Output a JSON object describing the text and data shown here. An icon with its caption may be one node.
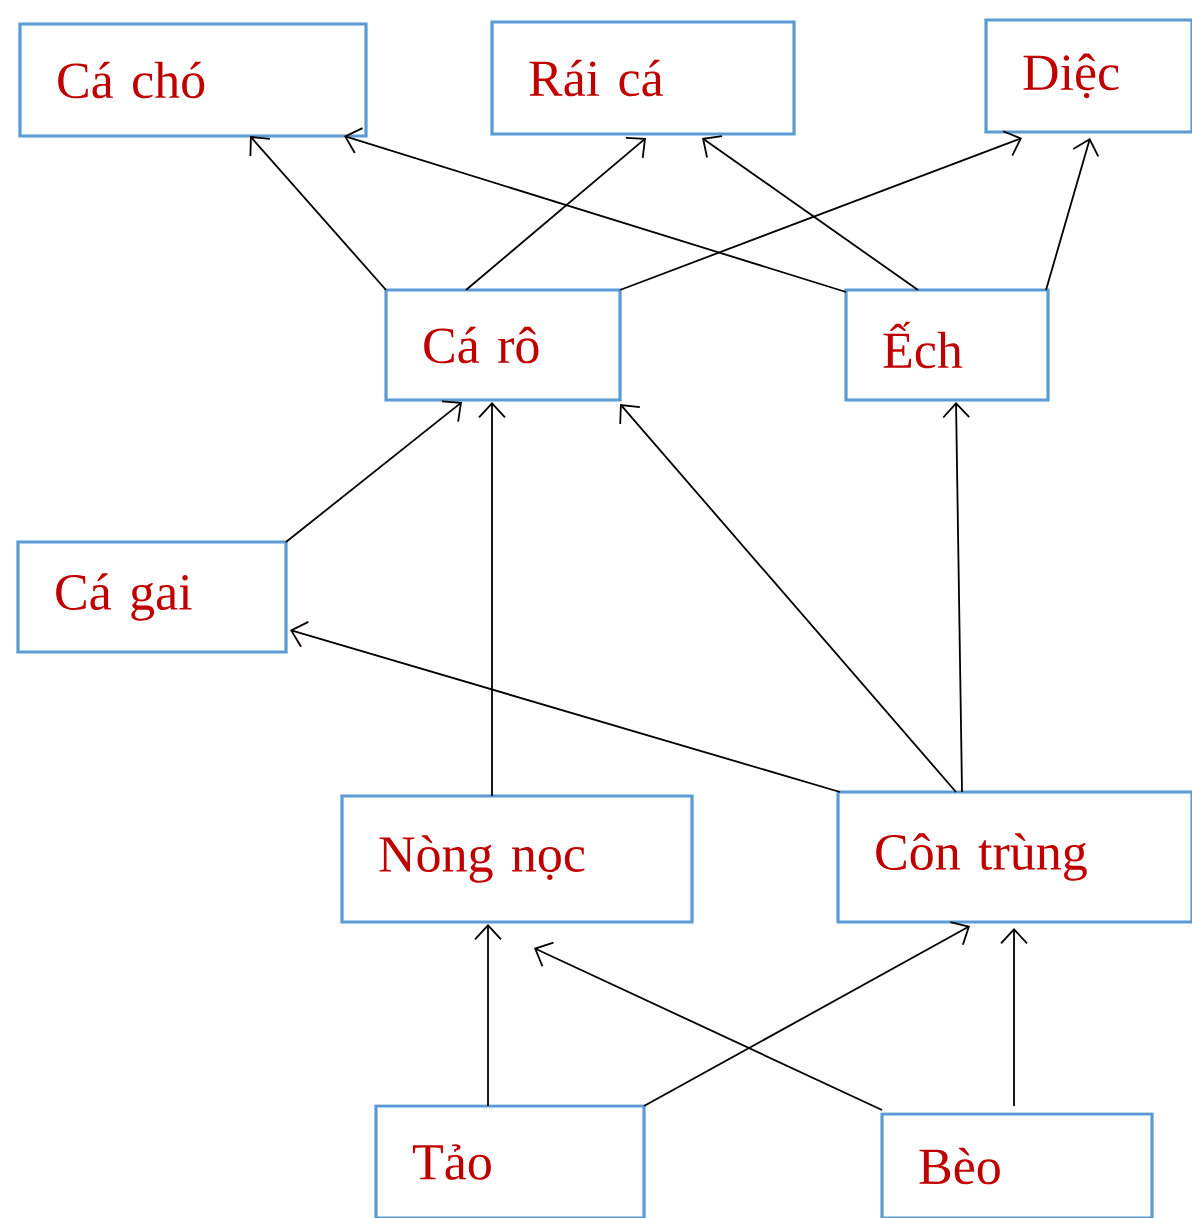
{
  "diagram": {
    "nodes": [
      {
        "text": [
          "Cá chó"
        ]
      },
      {
        "text": [
          "Rái cá"
        ]
      },
      {
        "text": [
          "Diệc"
        ]
      },
      {
        "text": [
          "Cá rô"
        ]
      },
      {
        "text": [
          "Ếch"
        ]
      },
      {
        "text": [
          "Cá gai"
        ]
      },
      {
        "text": [
          "Nòng nọc"
        ]
      },
      {
        "text": [
          "Côn trùng"
        ]
      },
      {
        "text": [
          "Tảo"
        ]
      },
      {
        "text": [
          "Bèo"
        ]
      }
    ],
    "edges": [
      {
        "from": 3,
        "to": 0,
        "arrow": "to"
      },
      {
        "from": 3,
        "to": 1,
        "arrow": "to"
      },
      {
        "from": 3,
        "to": 2,
        "arrow": "to"
      },
      {
        "from": 4,
        "to": 0,
        "arrow": "to"
      },
      {
        "from": 4,
        "to": 1,
        "arrow": "to"
      },
      {
        "from": 4,
        "to": 2,
        "arrow": "to"
      },
      {
        "from": 5,
        "to": 3,
        "arrow": "to"
      },
      {
        "from": 6,
        "to": 3,
        "arrow": "to"
      },
      {
        "from": 7,
        "to": 3,
        "arrow": "to"
      },
      {
        "from": 7,
        "to": 4,
        "arrow": "to"
      },
      {
        "from": 7,
        "to": 5,
        "arrow": "to"
      },
      {
        "from": 8,
        "to": 6,
        "arrow": "to"
      },
      {
        "from": 8,
        "to": 7,
        "arrow": "to"
      },
      {
        "from": 9,
        "to": 6,
        "arrow": "to"
      },
      {
        "from": 9,
        "to": 7,
        "arrow": "to"
      }
    ]
  }
}
